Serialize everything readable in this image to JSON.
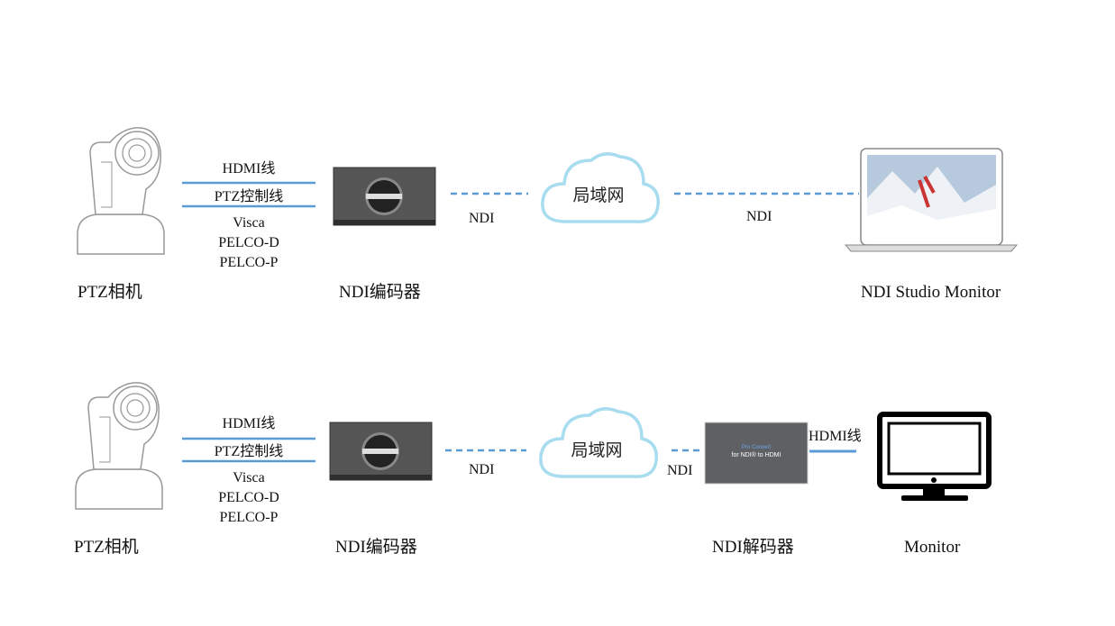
{
  "colors": {
    "link": "#5b9bd5",
    "cloud": "#a8dcef",
    "device": "#5a5a5a"
  },
  "rows": [
    {
      "camera_label": "PTZ相机",
      "hdmi_cable": "HDMI线",
      "ptz_cable": "PTZ控制线",
      "protocols": [
        "Visca",
        "PELCO-D",
        "PELCO-P"
      ],
      "encoder_label": "NDI编码器",
      "ndi_left": "NDI",
      "cloud_label": "局域网",
      "ndi_right": "NDI",
      "endpoint_label": "NDI Studio Monitor"
    },
    {
      "camera_label": "PTZ相机",
      "hdmi_cable": "HDMI线",
      "ptz_cable": "PTZ控制线",
      "protocols": [
        "Visca",
        "PELCO-D",
        "PELCO-P"
      ],
      "encoder_label": "NDI编码器",
      "ndi_left": "NDI",
      "cloud_label": "局域网",
      "ndi_right": "NDI",
      "decoder_label": "NDI解码器",
      "decoder_text": {
        "line1": "Pro Convert",
        "line2": "for NDI® to HDMI"
      },
      "hdmi_out": "HDMI线",
      "endpoint_label": "Monitor"
    }
  ]
}
